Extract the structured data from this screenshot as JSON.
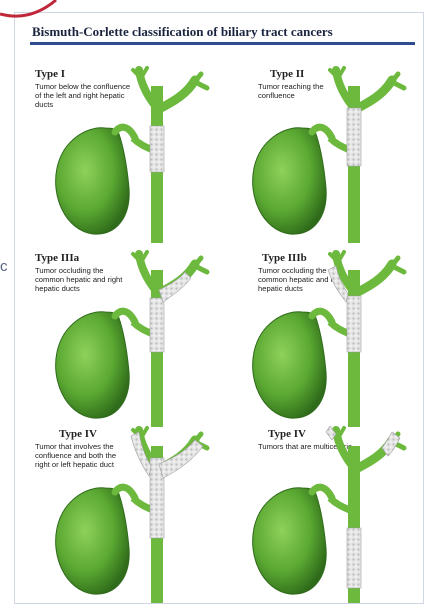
{
  "title": "Bismuth-Corlette classification of biliary tract cancers",
  "left_edge_text": "c",
  "colors": {
    "gallbladder": "#5aa832",
    "gallbladder_dark": "#2f6b1a",
    "duct": "#6cb93e",
    "tumor": "#dcdcdc",
    "title_rule": "#2f4d8e",
    "arc": "#c0283a"
  },
  "panels": [
    {
      "title": "Type I",
      "desc": "Tumor below the confluence of the left and right hepatic ducts",
      "tumor": "below"
    },
    {
      "title": "Type II",
      "desc": "Tumor reaching the confluence",
      "tumor": "confluence"
    },
    {
      "title": "Type IIIa",
      "desc": "Tumor occluding the common hepatic and right hepatic ducts",
      "tumor": "right"
    },
    {
      "title": "Type IIIb",
      "desc": "Tumor occluding the common hepatic and left hepatic ducts",
      "tumor": "left"
    },
    {
      "title": "Type IV",
      "desc": "Tumor that involves the confluence and both the right or left hepatic duct",
      "tumor": "both"
    },
    {
      "title": "Type IV",
      "desc": "Tumors that are multicentric",
      "tumor": "multicentric"
    }
  ]
}
